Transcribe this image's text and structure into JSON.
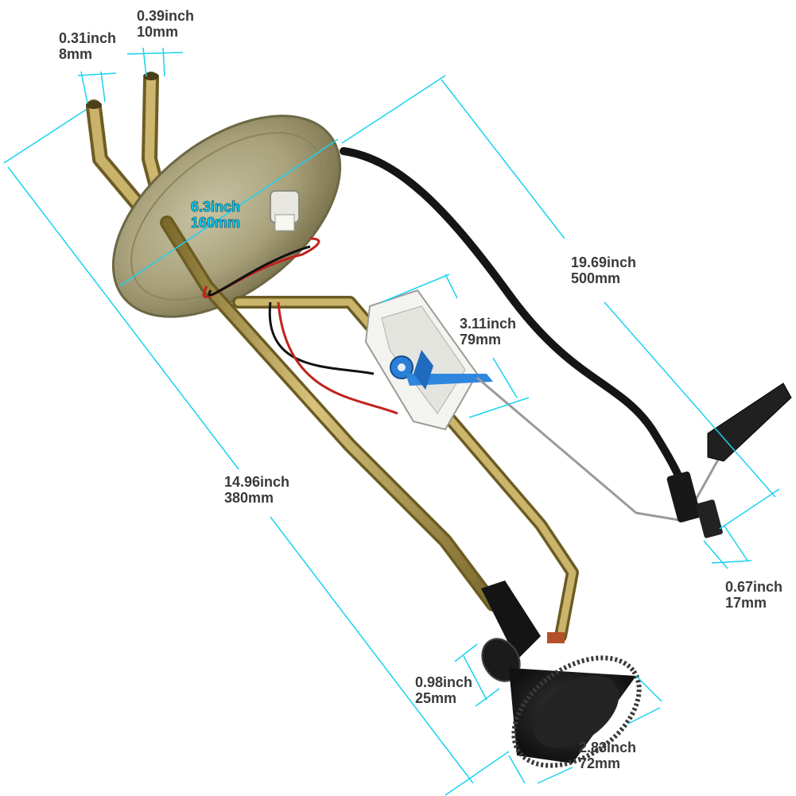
{
  "subject": "fuel-pump-sending-unit-assembly",
  "colors": {
    "dimension_line": "#18d3f0",
    "label_text": "#3a3a3a",
    "accent_label": "#00d8ff",
    "tube_metal": "#b49a4e",
    "flange": "#a5a080",
    "black_parts": "#1b1b1b",
    "bracket": "#f2f2f2",
    "float_arm": "#9c9c9c"
  },
  "dimensions": {
    "outlet_small": {
      "inch": "0.31inch",
      "mm": "8mm"
    },
    "outlet_large": {
      "inch": "0.39inch",
      "mm": "10mm"
    },
    "flange_diameter": {
      "inch": "6.3inch",
      "mm": "160mm"
    },
    "harness_length": {
      "inch": "19.69inch",
      "mm": "500mm"
    },
    "sender_width": {
      "inch": "3.11inch",
      "mm": "79mm"
    },
    "overall_height": {
      "inch": "14.96inch",
      "mm": "380mm"
    },
    "connector_width": {
      "inch": "0.67inch",
      "mm": "17mm"
    },
    "pump_inlet": {
      "inch": "0.98inch",
      "mm": "25mm"
    },
    "strainer_diameter": {
      "inch": "2.83inch",
      "mm": "72mm"
    }
  }
}
